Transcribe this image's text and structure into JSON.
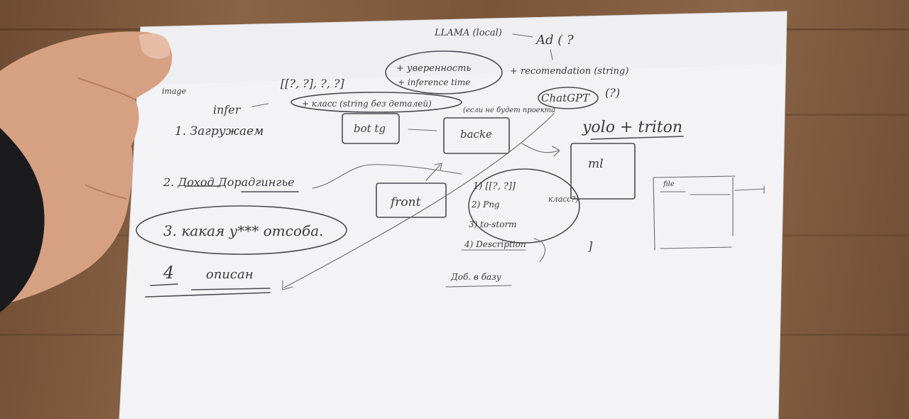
{
  "sketch": {
    "top_note": "LLAMA (local)",
    "ad_note": "Ad ( ?",
    "tuple_note": "[[?, ?], ?, ?]",
    "confidence_label": "+ уверенность",
    "inference_time_label": "+ inference time",
    "recommendation_label": "+ recomendation (string)",
    "infer_label": "infer",
    "image_label": "image",
    "class_label": "+ класс (string без деталей)",
    "chatgpt_label": "ChatGPT",
    "chatgpt_question": "(?)",
    "chatgpt_note": "(если не будет проекта",
    "yolo_label": "yolo + triton",
    "step1": "1. Загружаем",
    "step2": "2. Доход Дорадгингье",
    "step3": "3. какая у*** отсоба.",
    "step4_num": "4",
    "step4_text": "описан",
    "box_bot": "bot tg",
    "box_backe": "backe",
    "box_ml": "ml",
    "box_front": "front",
    "list_item1": "1) [[?, ?]]",
    "list_item1_tail": "класс?)",
    "list_item2": "2) Png",
    "list_item3": "3) to-storm",
    "list_item4": "4) Description",
    "list_bracket": "]",
    "bottom_note": "Доб. в базу",
    "file_label": "file"
  },
  "colors": {
    "paper": "#f4f4f6",
    "pencil": "#4a4a52",
    "table": "#7a5539",
    "skin": "#d9a58a"
  }
}
